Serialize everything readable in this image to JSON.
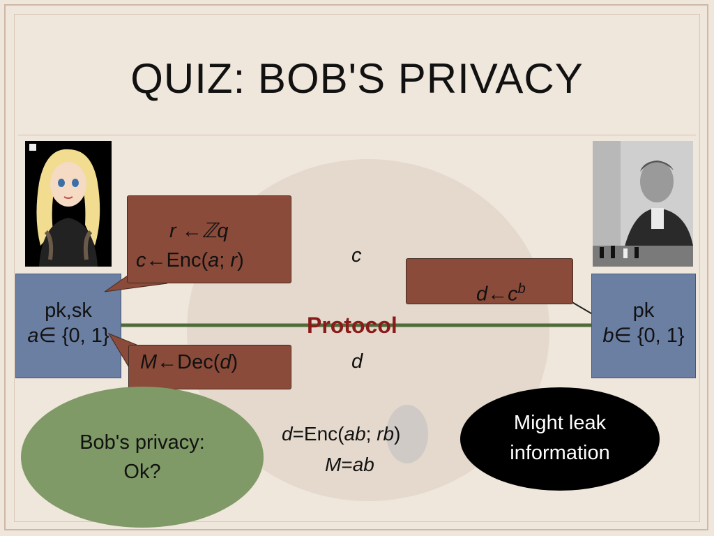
{
  "slide": {
    "title": "QUIZ: BOB'S PRIVACY"
  },
  "alice": {
    "box_line1": "pk,sk",
    "box_line2_var": "a",
    "box_line2_rest": "∈ {0, 1}",
    "bubble_top_line1_var": "r",
    "bubble_top_line1_rest": " ←ℤq",
    "bubble_top_line2_a": "c",
    "bubble_top_line2_b": "←Enc(",
    "bubble_top_line2_c": "a",
    "bubble_top_line2_d": "; ",
    "bubble_top_line2_e": "r",
    "bubble_top_line2_f": ")",
    "bubble_bottom_a": "M",
    "bubble_bottom_b": "←Dec(",
    "bubble_bottom_c": "d",
    "bubble_bottom_d": ")"
  },
  "bob": {
    "box_line1": "pk",
    "box_line2_var": "b",
    "box_line2_rest": "∈ {0, 1}",
    "bubble_main": "d←c",
    "bubble_sup": "b"
  },
  "protocol": {
    "label": "Protocol",
    "msg_top": "c",
    "msg_bottom": "d",
    "formula_line1_a": "d",
    "formula_line1_b": "=Enc(",
    "formula_line1_c": "ab",
    "formula_line1_d": "; ",
    "formula_line1_e": "rb",
    "formula_line1_f": ")",
    "formula_line2_a": "M",
    "formula_line2_b": "=",
    "formula_line2_c": "ab"
  },
  "callouts": {
    "privacy_line1": "Bob's privacy:",
    "privacy_line2": "Ok?",
    "leak_line1": "Might leak",
    "leak_line2": "information"
  },
  "colors": {
    "party_box": "#6b7fa3",
    "bubble": "#8b4b3a",
    "protocol_label": "#8b1a1a",
    "arrow": "#4f6b3a",
    "green_callout": "#7f9a67",
    "black_callout": "#000000",
    "background": "#efe6dc"
  }
}
